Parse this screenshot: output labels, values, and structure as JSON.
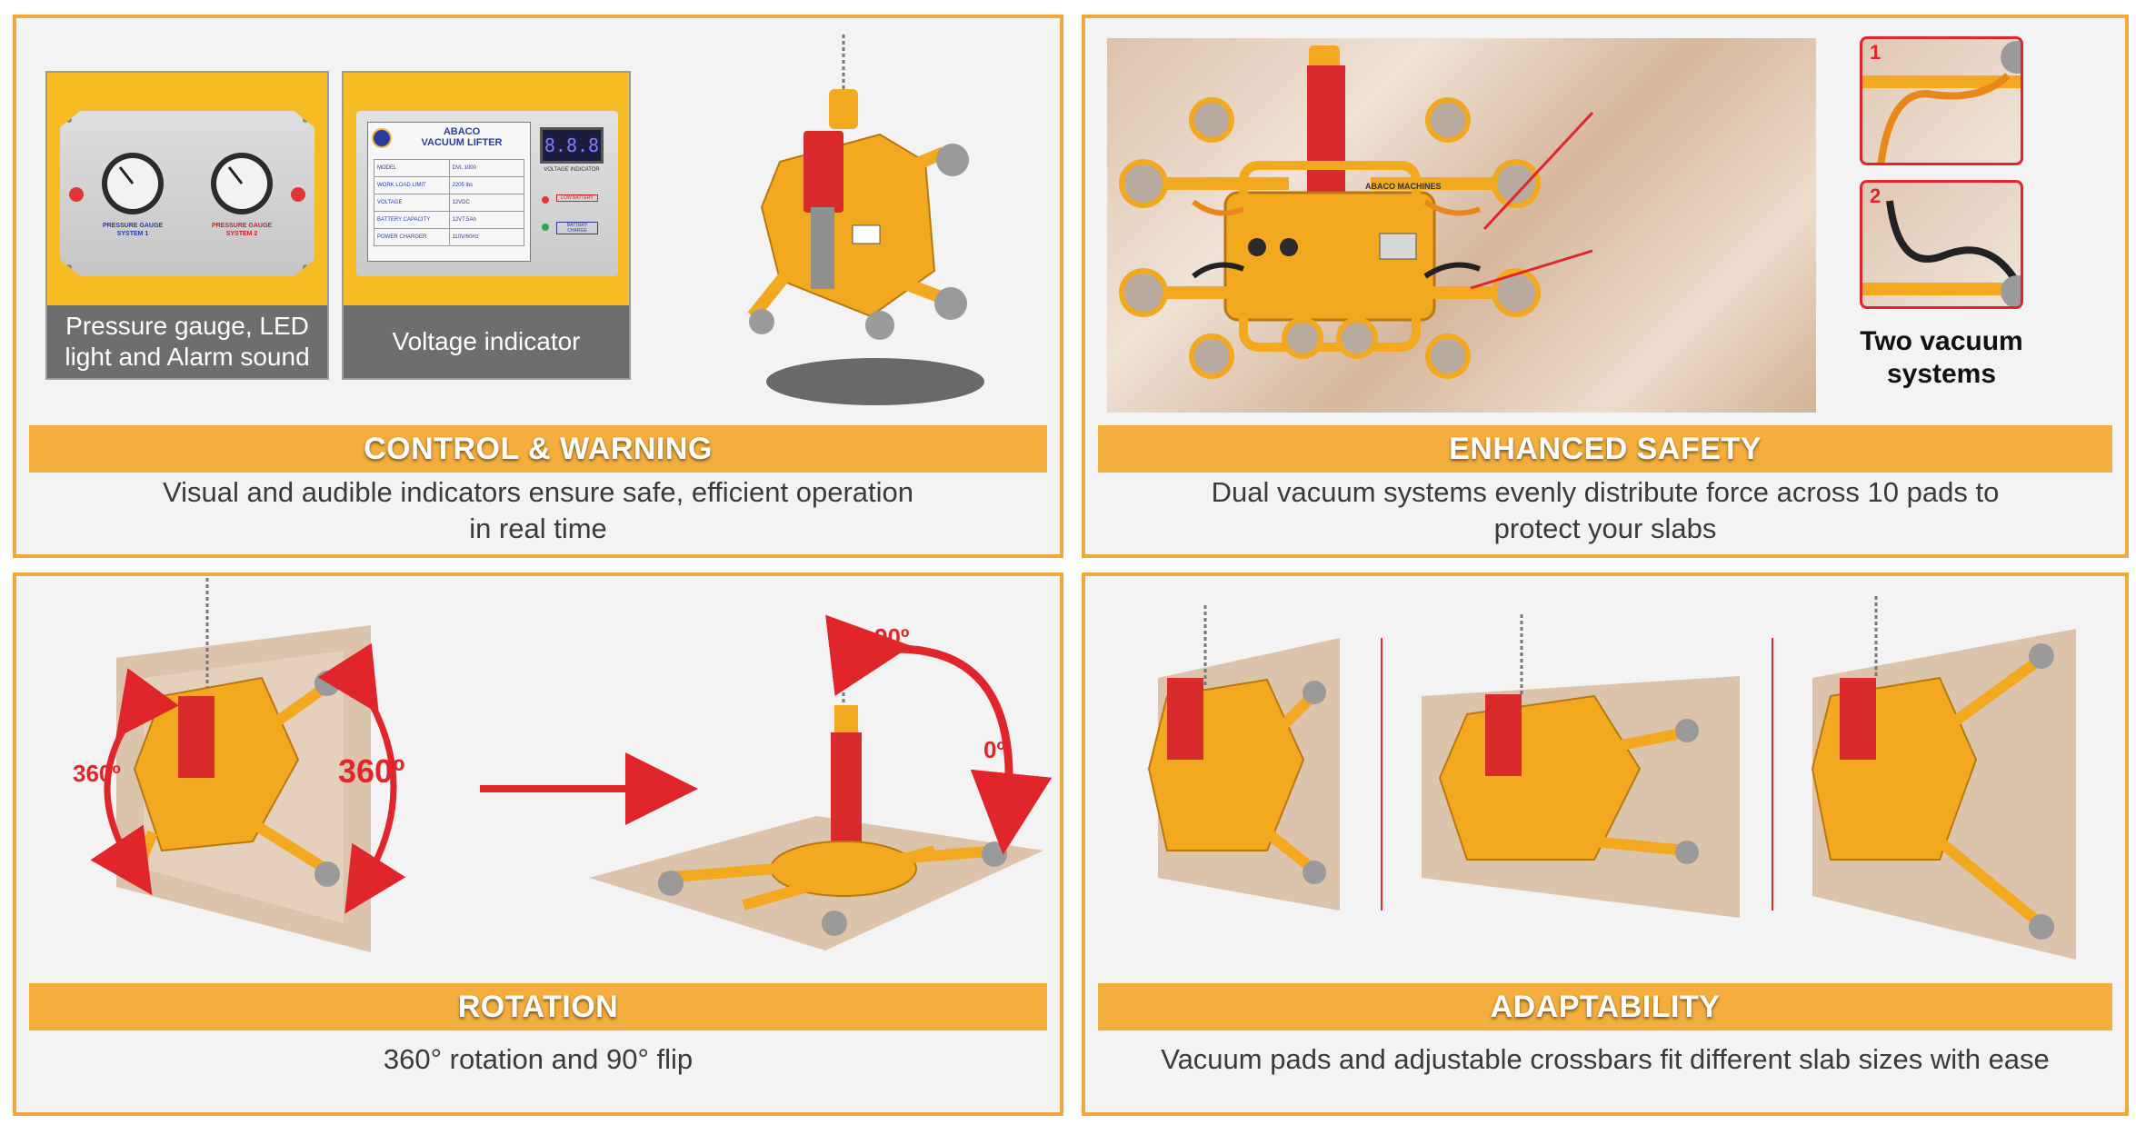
{
  "panels": {
    "control": {
      "title": "CONTROL & WARNING",
      "caption_line1": "Visual and audible indicators ensure safe, efficient operation",
      "caption_line2": "in real time",
      "gauge_box_label_line1": "Pressure gauge, LED",
      "gauge_box_label_line2": "light and Alarm sound",
      "voltage_box_label": "Voltage indicator",
      "gauge1_label_line1": "PRESSURE GAUGE",
      "gauge1_label_line2": "SYSTEM 1",
      "gauge2_label_line1": "PRESSURE GAUGE",
      "gauge2_label_line2": "SYSTEM 2",
      "plate_title_line1": "ABACO",
      "plate_title_line2": "VACUUM LIFTER",
      "display_digits": "8.8.8",
      "voltage_indicator_label": "VOLTAGE INDICATOR",
      "low_battery_label": "LOW BATTERY",
      "battery_charge_label": "BATTERY CHARGE",
      "plate_rows": [
        [
          "MODEL",
          "DVL 1000"
        ],
        [
          "WORK LOAD LIMIT",
          "2205 lbs"
        ],
        [
          "VOLTAGE",
          "12VDC"
        ],
        [
          "BATTERY CAPACITY",
          "12V7.5Ah"
        ],
        [
          "POWER CHARGER",
          "110V/60Hz"
        ]
      ]
    },
    "safety": {
      "title": "ENHANCED SAFETY",
      "caption_line1": "Dual vacuum systems evenly distribute force across 10 pads to",
      "caption_line2": "protect your slabs",
      "side_label_line1": "Two vacuum",
      "side_label_line2": "systems",
      "callout_1": "1",
      "callout_2": "2",
      "brand_text": "ABACO MACHINES"
    },
    "rotation": {
      "title": "ROTATION",
      "caption": "360° rotation and 90° flip",
      "label_360_small": "360º",
      "label_360_large": "360º",
      "label_90": "90º",
      "label_0": "0º"
    },
    "adaptability": {
      "title": "ADAPTABILITY",
      "caption": "Vacuum pads and adjustable crossbars fit different slab sizes with ease"
    }
  },
  "colors": {
    "accent_orange": "#f4ae3d",
    "border_orange": "#f2a93b",
    "machine_yellow": "#f3a91f",
    "vacuum_red": "#d92b2b",
    "arrow_red": "#e1262b",
    "panel_bg": "#f3f3f3"
  }
}
